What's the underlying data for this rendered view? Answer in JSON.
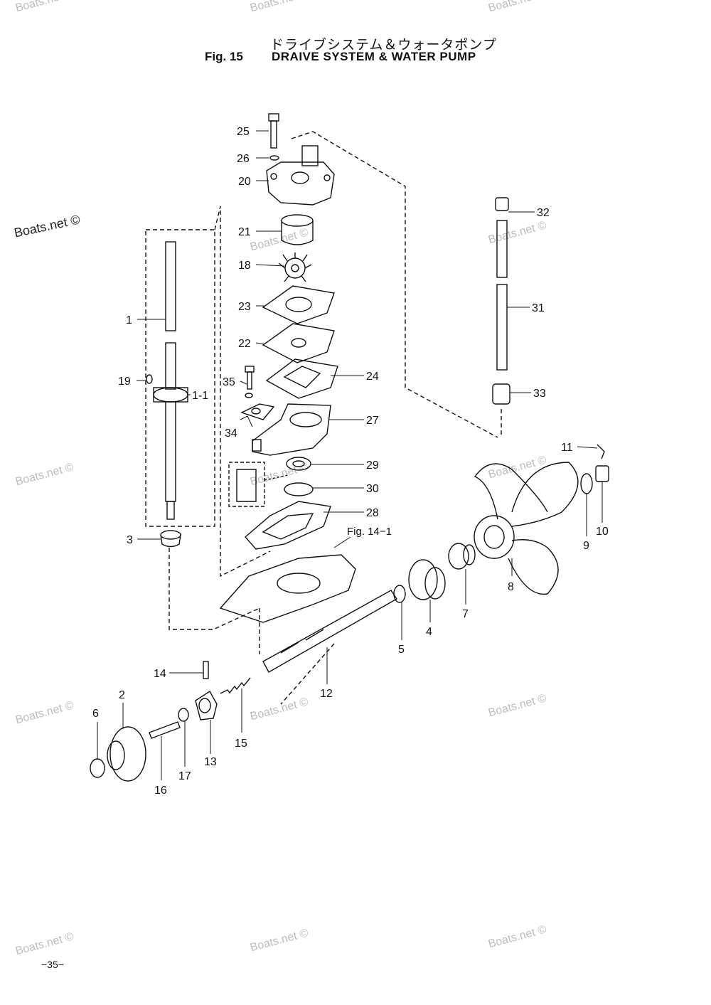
{
  "header": {
    "title_jp": "ドライブシステム＆ウォータポンプ",
    "fig_label": "Fig. 15",
    "title_en": "DRAIVE SYSTEM & WATER PUMP"
  },
  "watermark": "Boats.net ©",
  "ref_label": "Fig. 14−1",
  "page_number": "−35−",
  "part_labels": {
    "p1": "1",
    "p1_1": "1-1",
    "p2": "2",
    "p3": "3",
    "p4": "4",
    "p5": "5",
    "p6": "6",
    "p7": "7",
    "p8": "8",
    "p9": "9",
    "p10": "10",
    "p11": "11",
    "p12": "12",
    "p13": "13",
    "p14": "14",
    "p15": "15",
    "p16": "16",
    "p17": "17",
    "p18": "18",
    "p19": "19",
    "p20": "20",
    "p21": "21",
    "p22": "22",
    "p23": "23",
    "p24": "24",
    "p25": "25",
    "p26": "26",
    "p27": "27",
    "p28": "28",
    "p29": "29",
    "p30": "30",
    "p31": "31",
    "p32": "32",
    "p33": "33",
    "p34": "34",
    "p35": "35"
  }
}
